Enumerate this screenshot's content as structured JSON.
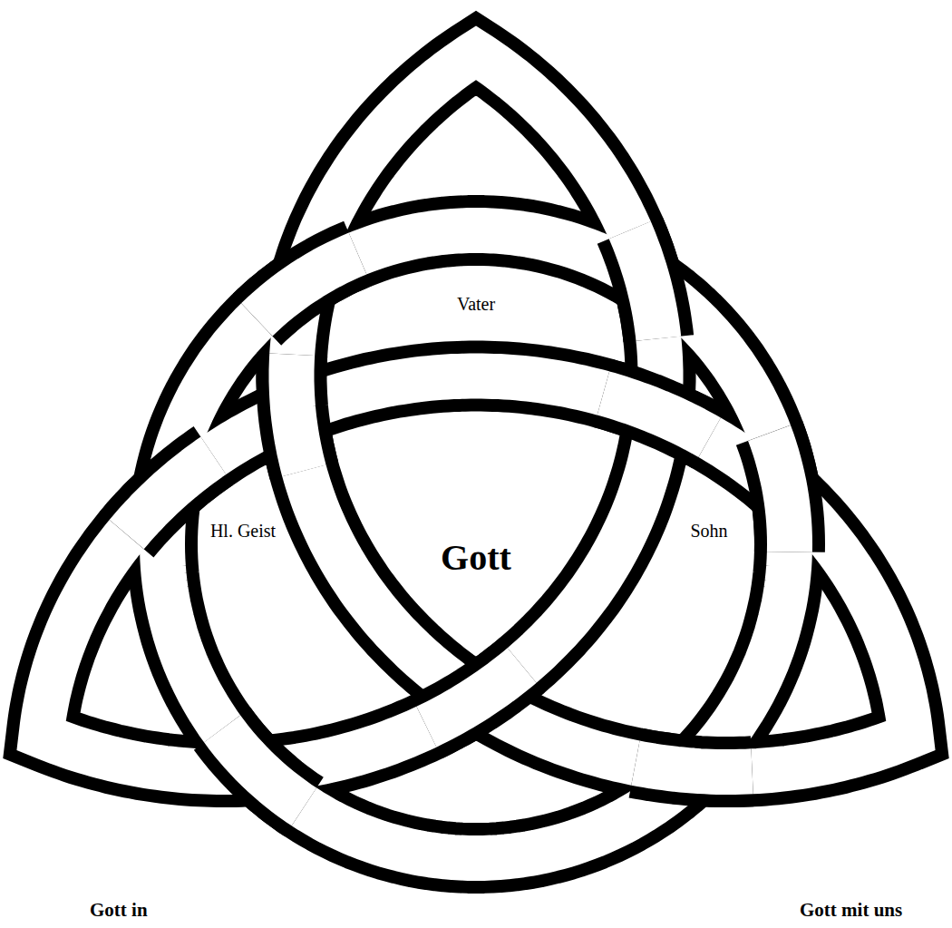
{
  "diagram": {
    "labels": [
      "Vater",
      "Gott",
      "Hl. Geist",
      "Sohn",
      "Gott in",
      "Gott mit uns"
    ]
  }
}
